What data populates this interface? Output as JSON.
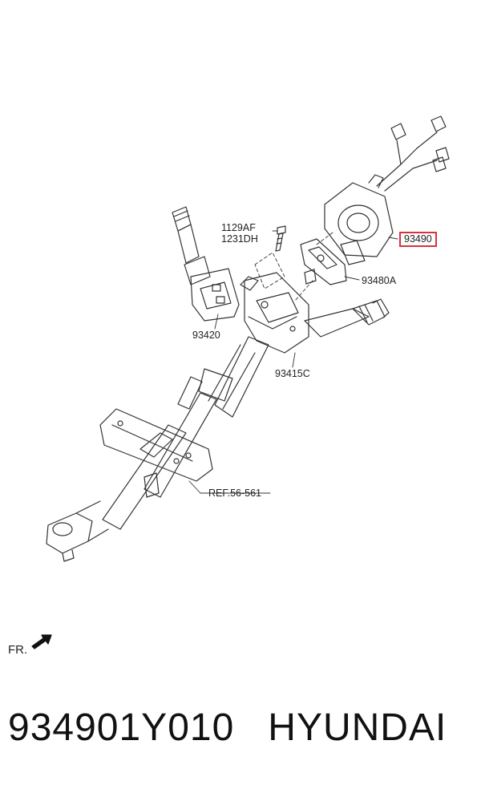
{
  "parts": {
    "bolt_a": "1129AF",
    "bolt_b": "1231DH",
    "clock_spring": "93490",
    "contact_plate": "93480A",
    "left_switch": "93420",
    "combo_body": "93415C",
    "ref": "REF.56-561"
  },
  "front_marker": "FR.",
  "caption": {
    "part_number": "934901Y010",
    "brand": "HYUNDAI"
  },
  "colors": {
    "highlight": "#d9323c",
    "line": "#333333"
  }
}
